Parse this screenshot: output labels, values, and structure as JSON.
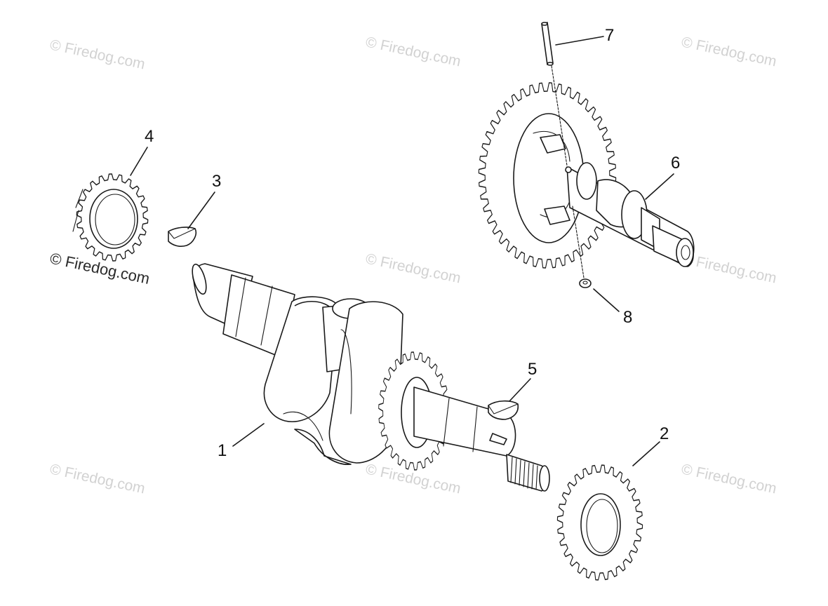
{
  "watermark": {
    "text": "© Firedog.com"
  },
  "callouts": [
    {
      "id": "1",
      "label": "1",
      "part": "crankshaft"
    },
    {
      "id": "2",
      "label": "2",
      "part": "crankshaft-gear"
    },
    {
      "id": "3",
      "label": "3",
      "part": "key"
    },
    {
      "id": "4",
      "label": "4",
      "part": "gear"
    },
    {
      "id": "5",
      "label": "5",
      "part": "key"
    },
    {
      "id": "6",
      "label": "6",
      "part": "camshaft"
    },
    {
      "id": "7",
      "label": "7",
      "part": "pin"
    },
    {
      "id": "8",
      "label": "8",
      "part": "ball"
    }
  ],
  "colors": {
    "line": "#1a1a1a",
    "watermark": "#d2d2d2",
    "background": "#ffffff"
  }
}
